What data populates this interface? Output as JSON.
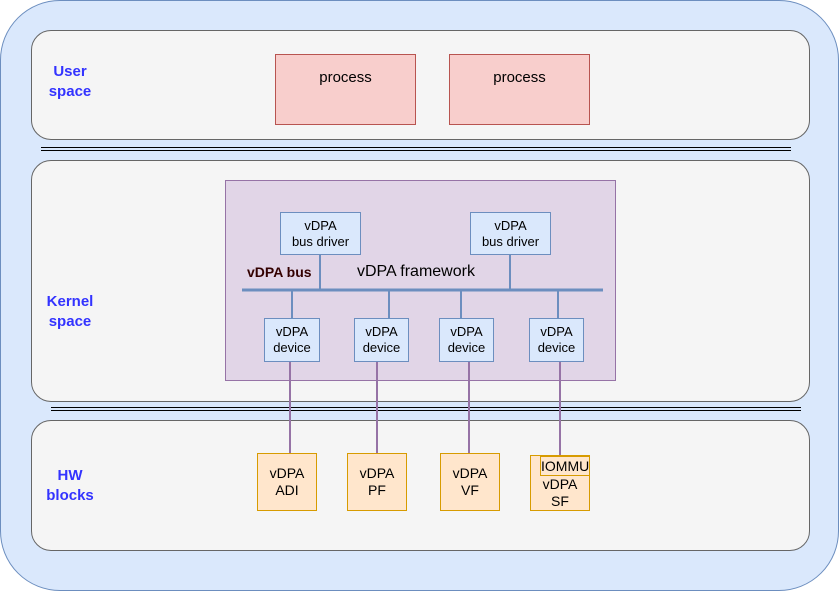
{
  "layers": {
    "user": {
      "label": "User\nspace"
    },
    "kernel": {
      "label": "Kernel\nspace"
    },
    "hw": {
      "label": "HW\nblocks"
    }
  },
  "processes": [
    "process",
    "process"
  ],
  "framework": {
    "label": "vDPA framework",
    "bus_label": "vDPA bus"
  },
  "bus_drivers": [
    {
      "line1": "vDPA",
      "line2": "bus driver"
    },
    {
      "line1": "vDPA",
      "line2": "bus driver"
    }
  ],
  "devices": [
    {
      "line1": "vDPA",
      "line2": "device"
    },
    {
      "line1": "vDPA",
      "line2": "device"
    },
    {
      "line1": "vDPA",
      "line2": "device"
    },
    {
      "line1": "vDPA",
      "line2": "device"
    }
  ],
  "hw_blocks": [
    {
      "line1": "vDPA",
      "line2": "ADI"
    },
    {
      "line1": "vDPA",
      "line2": "PF"
    },
    {
      "line1": "vDPA",
      "line2": "VF"
    },
    {
      "line1": "vDPA",
      "line2": "SF"
    }
  ],
  "iommu": {
    "label": "IOMMU"
  },
  "colors": {
    "layer_label": "#3333ff",
    "process_fill": "#f8cecc",
    "framework_fill": "#e1d5e7",
    "box_fill": "#dae8fc",
    "hw_fill": "#ffe6cc",
    "bus_line": "#6c8ebf",
    "link_line": "#9673a6"
  }
}
